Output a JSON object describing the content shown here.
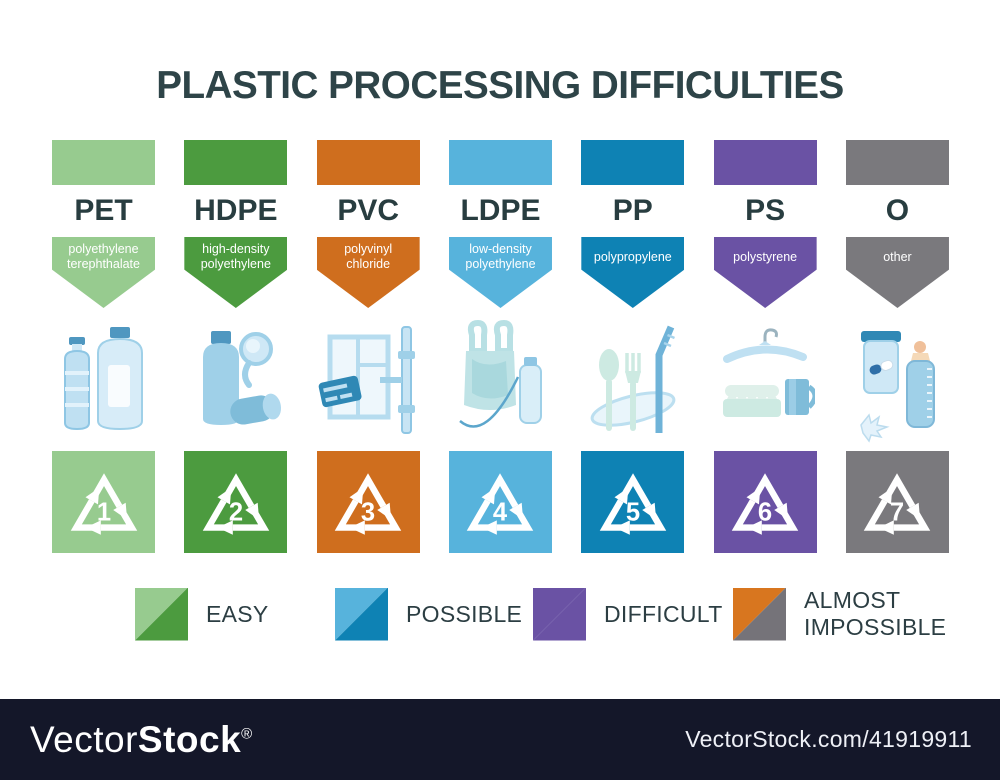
{
  "title": "PLASTIC PROCESSING DIFFICULTIES",
  "columns": [
    {
      "abbr": "PET",
      "full_name": "polyethylene terephthalate",
      "line1": "polyethylene",
      "line2": "terephthalate",
      "recycling_number": "1",
      "color": "#97cb8f",
      "icon": "water-bottles-icon"
    },
    {
      "abbr": "HDPE",
      "full_name": "high-density polyethylene",
      "line1": "high-density",
      "line2": "polyethylene",
      "recycling_number": "2",
      "color": "#4c9b3f",
      "icon": "shampoo-bottle-mirror-tube-icon"
    },
    {
      "abbr": "PVC",
      "full_name": "polyvinyl chloride",
      "line1": "polyvinyl",
      "line2": "chloride",
      "recycling_number": "3",
      "color": "#cf6e1e",
      "icon": "window-card-pipe-icon"
    },
    {
      "abbr": "LDPE",
      "full_name": "low-density polyethylene",
      "line1": "low-density",
      "line2": "polyethylene",
      "recycling_number": "4",
      "color": "#57b3dc",
      "icon": "plastic-bag-bottle-icon"
    },
    {
      "abbr": "PP",
      "full_name": "polypropylene",
      "line1": "polypropylene",
      "line2": "",
      "recycling_number": "5",
      "color": "#0e82b4",
      "icon": "cutlery-straw-plate-icon"
    },
    {
      "abbr": "PS",
      "full_name": "polystyrene",
      "line1": "polystyrene",
      "line2": "",
      "recycling_number": "6",
      "color": "#6a52a4",
      "icon": "hanger-egg-carton-mug-icon"
    },
    {
      "abbr": "O",
      "full_name": "other",
      "line1": "other",
      "line2": "",
      "recycling_number": "7",
      "color": "#7a797d",
      "icon": "pill-jar-baby-bottle-icon"
    }
  ],
  "legend": [
    {
      "label": "EASY",
      "label_line2": "",
      "color_top": "#97cb8f",
      "color_bottom": "#4c9b3f"
    },
    {
      "label": "POSSIBLE",
      "label_line2": "",
      "color_top": "#57b3dc",
      "color_bottom": "#0e82b4"
    },
    {
      "label": "DIFFICULT",
      "label_line2": "",
      "color_top": "#6a52a4",
      "color_bottom": "#6a52a4"
    },
    {
      "label": "ALMOST",
      "label_line2": "IMPOSSIBLE",
      "color_top": "#d8761f",
      "color_bottom": "#757379"
    }
  ],
  "watermark": {
    "brand_light": "Vector",
    "brand_bold": "Stock",
    "registered": "®",
    "url": "VectorStock.com/41919911",
    "bar_color": "#141729"
  }
}
